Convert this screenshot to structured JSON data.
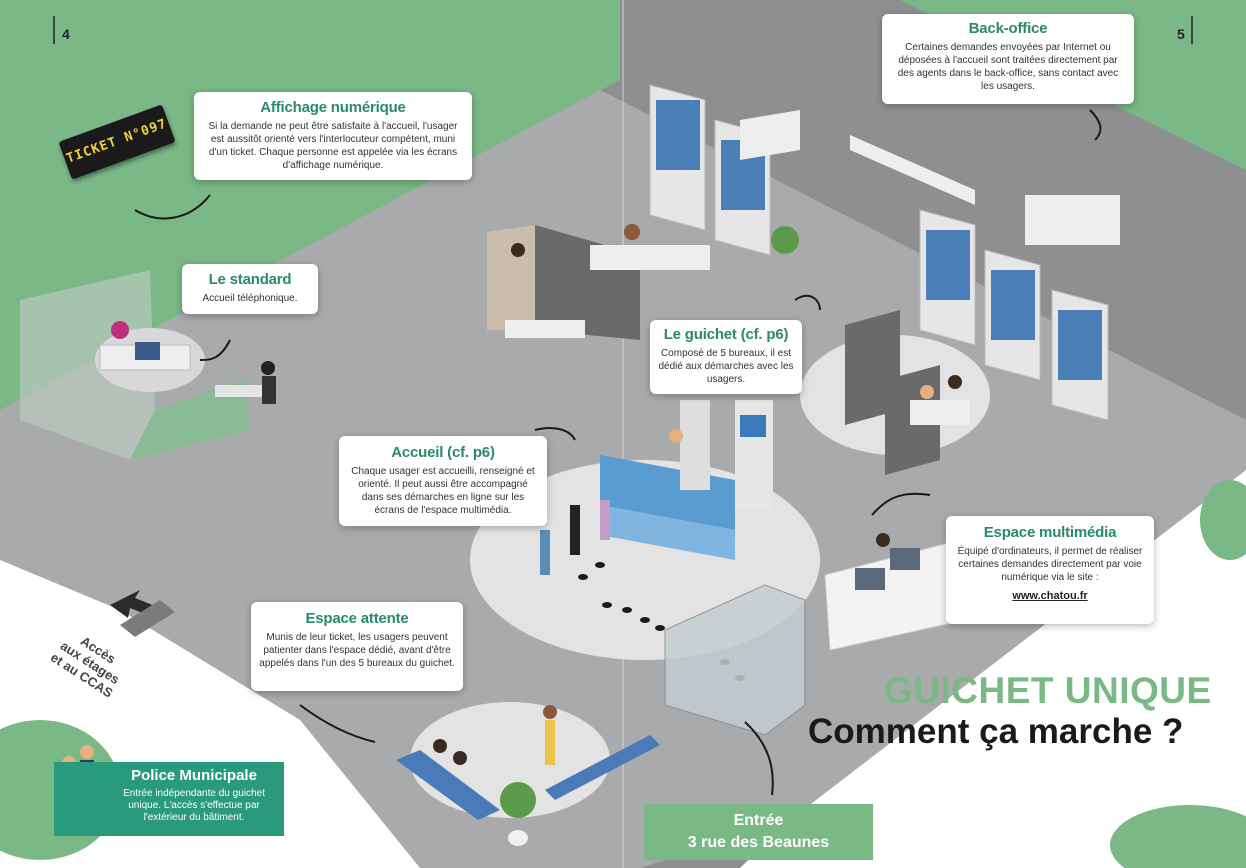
{
  "page_numbers": {
    "left": "4",
    "right": "5"
  },
  "sections": {
    "affichage": {
      "title": "Affichage numérique",
      "text": "Si la demande ne peut être satisfaite à l'accueil, l'usager est aussitôt orienté vers l'interlocuteur compétent, muni d'un ticket. Chaque personne est appelée via les écrans d'affichage numérique."
    },
    "standard": {
      "title": "Le standard",
      "text": "Accueil téléphonique."
    },
    "accueil": {
      "title": "Accueil (cf. p6)",
      "text": "Chaque usager est accueilli, renseigné et orienté. Il peut aussi être accompagné dans ses démarches en ligne sur les écrans de l'espace multimédia."
    },
    "attente": {
      "title": "Espace attente",
      "text": "Munis de leur ticket, les usagers peuvent patienter dans l'espace dédié, avant d'être appelés dans l'un des 5 bureaux du guichet."
    },
    "guichet": {
      "title": "Le guichet (cf. p6)",
      "text": "Composé de 5 bureaux, il est dédié aux démarches avec les usagers."
    },
    "backoffice": {
      "title": "Back-office",
      "text": "Certaines demandes envoyées par Internet ou déposées à l'accueil sont traitées directement par des agents dans le back-office, sans contact avec les usagers."
    },
    "multimedia": {
      "title": "Espace multimédia",
      "text": "Équipé d'ordinateurs, il permet de réaliser certaines demandes directement par voie numérique via le site :",
      "site": "www.chatou.fr"
    },
    "police": {
      "title": "Police Municipale",
      "text": "Entrée indépendante du guichet unique. L'accès s'effectue par l'extérieur du bâtiment."
    }
  },
  "ticket_display": "TICKET N°097",
  "acces_label": {
    "line1": "Accès",
    "line2": "aux étages",
    "line3": "et au CCAS"
  },
  "title": {
    "line1": "GUICHET UNIQUE",
    "line2": "Comment ça marche ?"
  },
  "entrance": {
    "line1": "Entrée",
    "line2": "3 rue des Beaunes"
  },
  "colors": {
    "green": "#7ab886",
    "teal": "#2a9a7c",
    "heading": "#2a8a6a",
    "floor": "#a9aaac"
  }
}
